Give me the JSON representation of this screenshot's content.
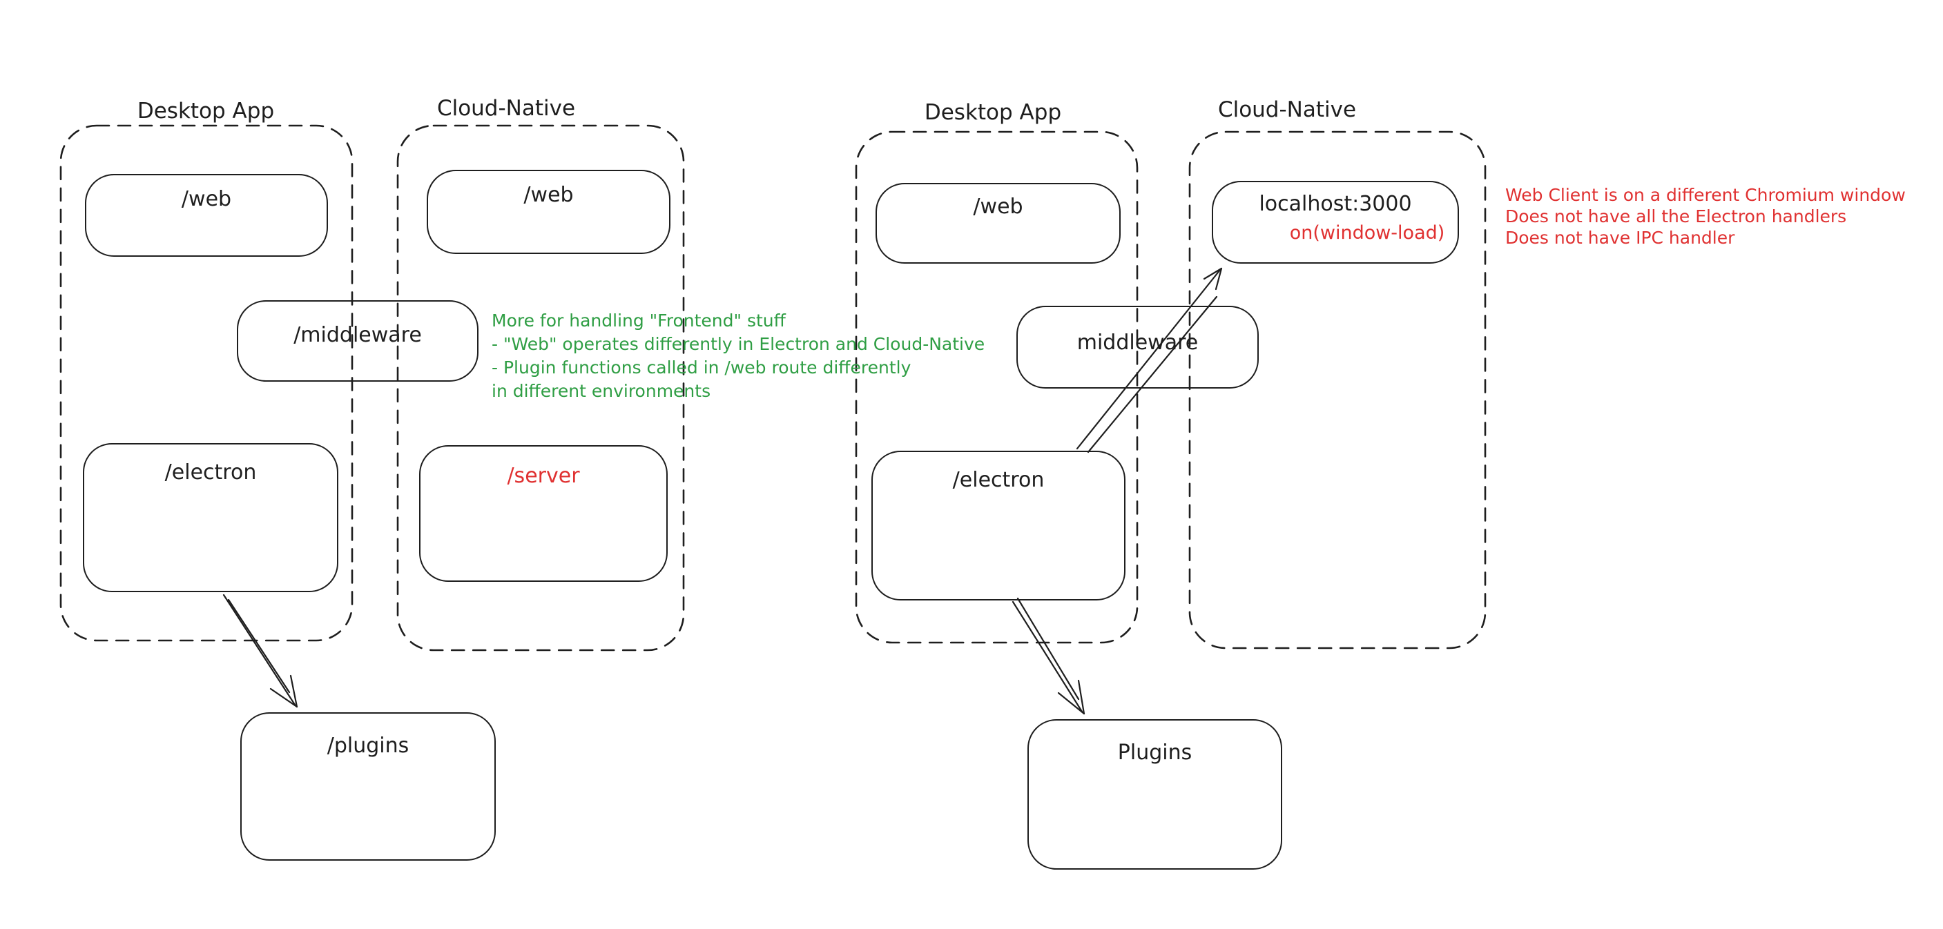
{
  "colors": {
    "background": "#ffffff",
    "stroke": "#1e1e1e",
    "red": "#e03131",
    "green": "#2f9e44"
  },
  "left_diagram": {
    "desktop_title": "Desktop App",
    "cloud_title": "Cloud-Native",
    "desktop_web_label": "/web",
    "cloud_web_label": "/web",
    "middleware_label": "/middleware",
    "electron_label": "/electron",
    "server_label": "/server",
    "plugins_label": "/plugins",
    "annotation": {
      "color": "#2f9e44",
      "lines": [
        "More for handling \"Frontend\" stuff",
        "- \"Web\" operates differently in Electron and Cloud-Native",
        "- Plugin functions called in /web route differently",
        "in different environments"
      ]
    }
  },
  "right_diagram": {
    "desktop_title": "Desktop App",
    "cloud_title": "Cloud-Native",
    "web_label": "/web",
    "localhost_label": "localhost:3000",
    "localhost_event_label": "on(window-load)",
    "middleware_label": "middleware",
    "electron_label": "/electron",
    "plugins_label": "Plugins",
    "annotation": {
      "color": "#e03131",
      "lines": [
        "Web Client is on a different Chromium window",
        "Does not have all the Electron handlers",
        "Does not have IPC handler"
      ]
    }
  }
}
